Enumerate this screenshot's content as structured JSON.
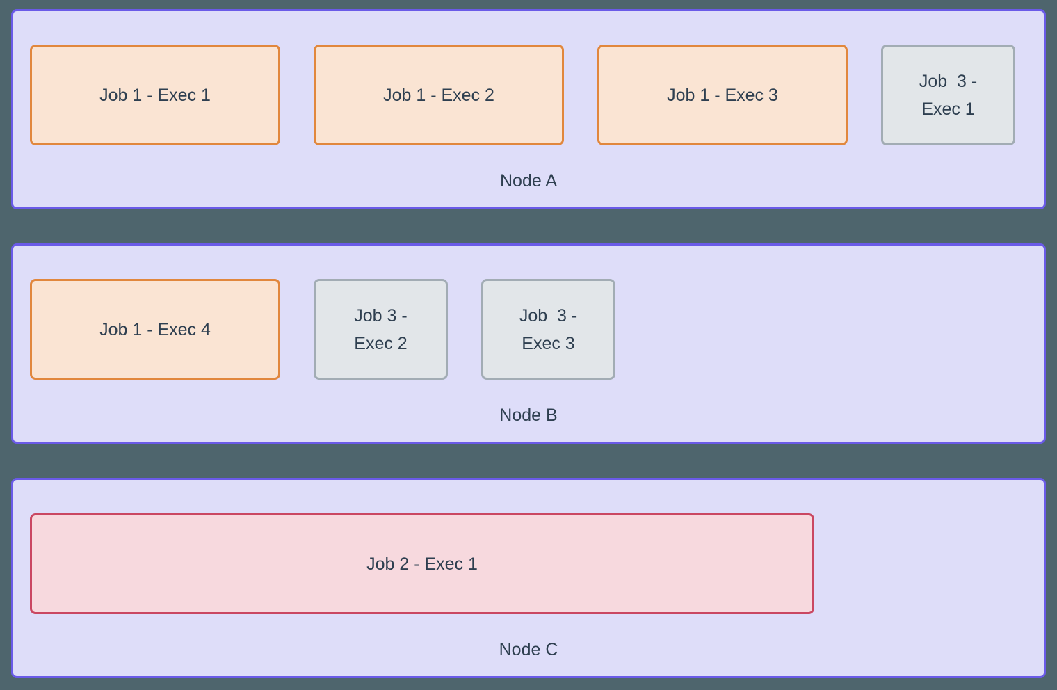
{
  "colors": {
    "page_bg": "#4E656D",
    "node_bg": "#DEDDF9",
    "node_border": "#6A5AE8",
    "job1_bg": "#FAE4D3",
    "job1_border": "#E1873D",
    "job2_bg": "#F7D9DE",
    "job2_border": "#CA4762",
    "job3_bg": "#E2E6E9",
    "job3_border": "#A2ACB4",
    "text": "#2E3F50"
  },
  "nodes": [
    {
      "label": "Node A",
      "executors": [
        {
          "job": "job1",
          "size": "wide",
          "lines": [
            "Job 1 - Exec 1"
          ]
        },
        {
          "job": "job1",
          "size": "wide",
          "lines": [
            "Job 1 - Exec 2"
          ]
        },
        {
          "job": "job1",
          "size": "wide",
          "lines": [
            "Job 1 - Exec 3"
          ]
        },
        {
          "job": "job3",
          "size": "small",
          "lines": [
            "Job  3 -",
            "Exec 1"
          ]
        }
      ]
    },
    {
      "label": "Node B",
      "executors": [
        {
          "job": "job1",
          "size": "wide",
          "lines": [
            "Job 1 - Exec 4"
          ]
        },
        {
          "job": "job3",
          "size": "small",
          "lines": [
            "Job 3 -",
            "Exec 2"
          ]
        },
        {
          "job": "job3",
          "size": "small",
          "lines": [
            "Job  3 -",
            "Exec 3"
          ]
        }
      ]
    },
    {
      "label": "Node C",
      "executors": [
        {
          "job": "job2",
          "size": "full",
          "lines": [
            "Job 2 - Exec 1"
          ]
        }
      ]
    }
  ]
}
